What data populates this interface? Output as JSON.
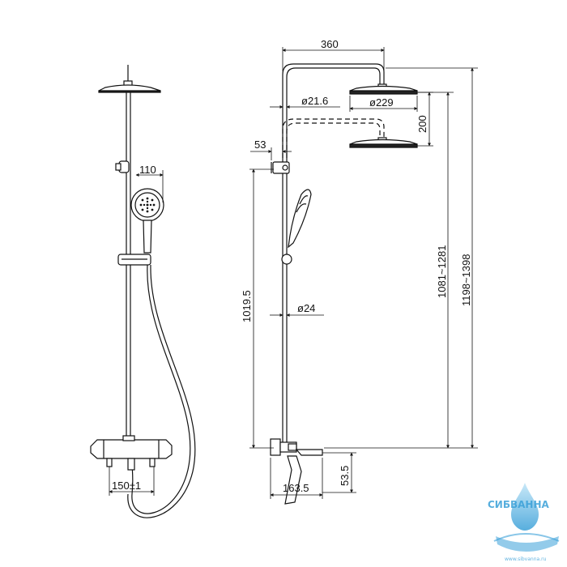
{
  "dimensions": {
    "hand_shower_width": "110",
    "mixer_spacing": "150±1",
    "arm_reach": "360",
    "riser_diameter": "ø21.6",
    "head_diameter": "ø229",
    "head_drop": "200",
    "bracket_offset": "53",
    "bracket_height": "1019.5",
    "pipe_diameter": "ø24",
    "height_range_low": "1081~1281",
    "height_range_high": "1198~1398",
    "spout_height": "53.5",
    "spout_reach": "163.5"
  },
  "watermark": {
    "brand_text": "СИБВАННА",
    "url_text": "www.sibvanna.ru",
    "color": "#3aa0d8"
  }
}
